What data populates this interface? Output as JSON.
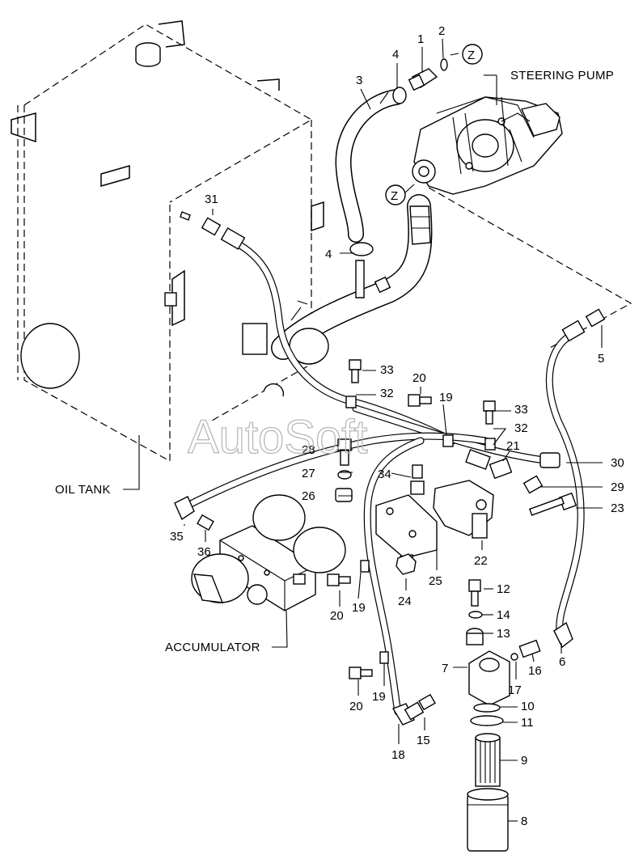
{
  "labels": {
    "steering_pump": "STEERING PUMP",
    "oil_tank": "OIL TANK",
    "accumulator": "ACCUMULATOR",
    "view_marker": "Z"
  },
  "watermark": "AutoSoft",
  "callouts": [
    "1",
    "2",
    "3",
    "4",
    "4",
    "5",
    "6",
    "7",
    "8",
    "9",
    "10",
    "11",
    "12",
    "13",
    "14",
    "15",
    "16",
    "17",
    "18",
    "19",
    "19",
    "19",
    "20",
    "20",
    "20",
    "21",
    "22",
    "23",
    "24",
    "25",
    "26",
    "27",
    "28",
    "29",
    "30",
    "31",
    "32",
    "32",
    "33",
    "33",
    "34",
    "35",
    "36"
  ]
}
